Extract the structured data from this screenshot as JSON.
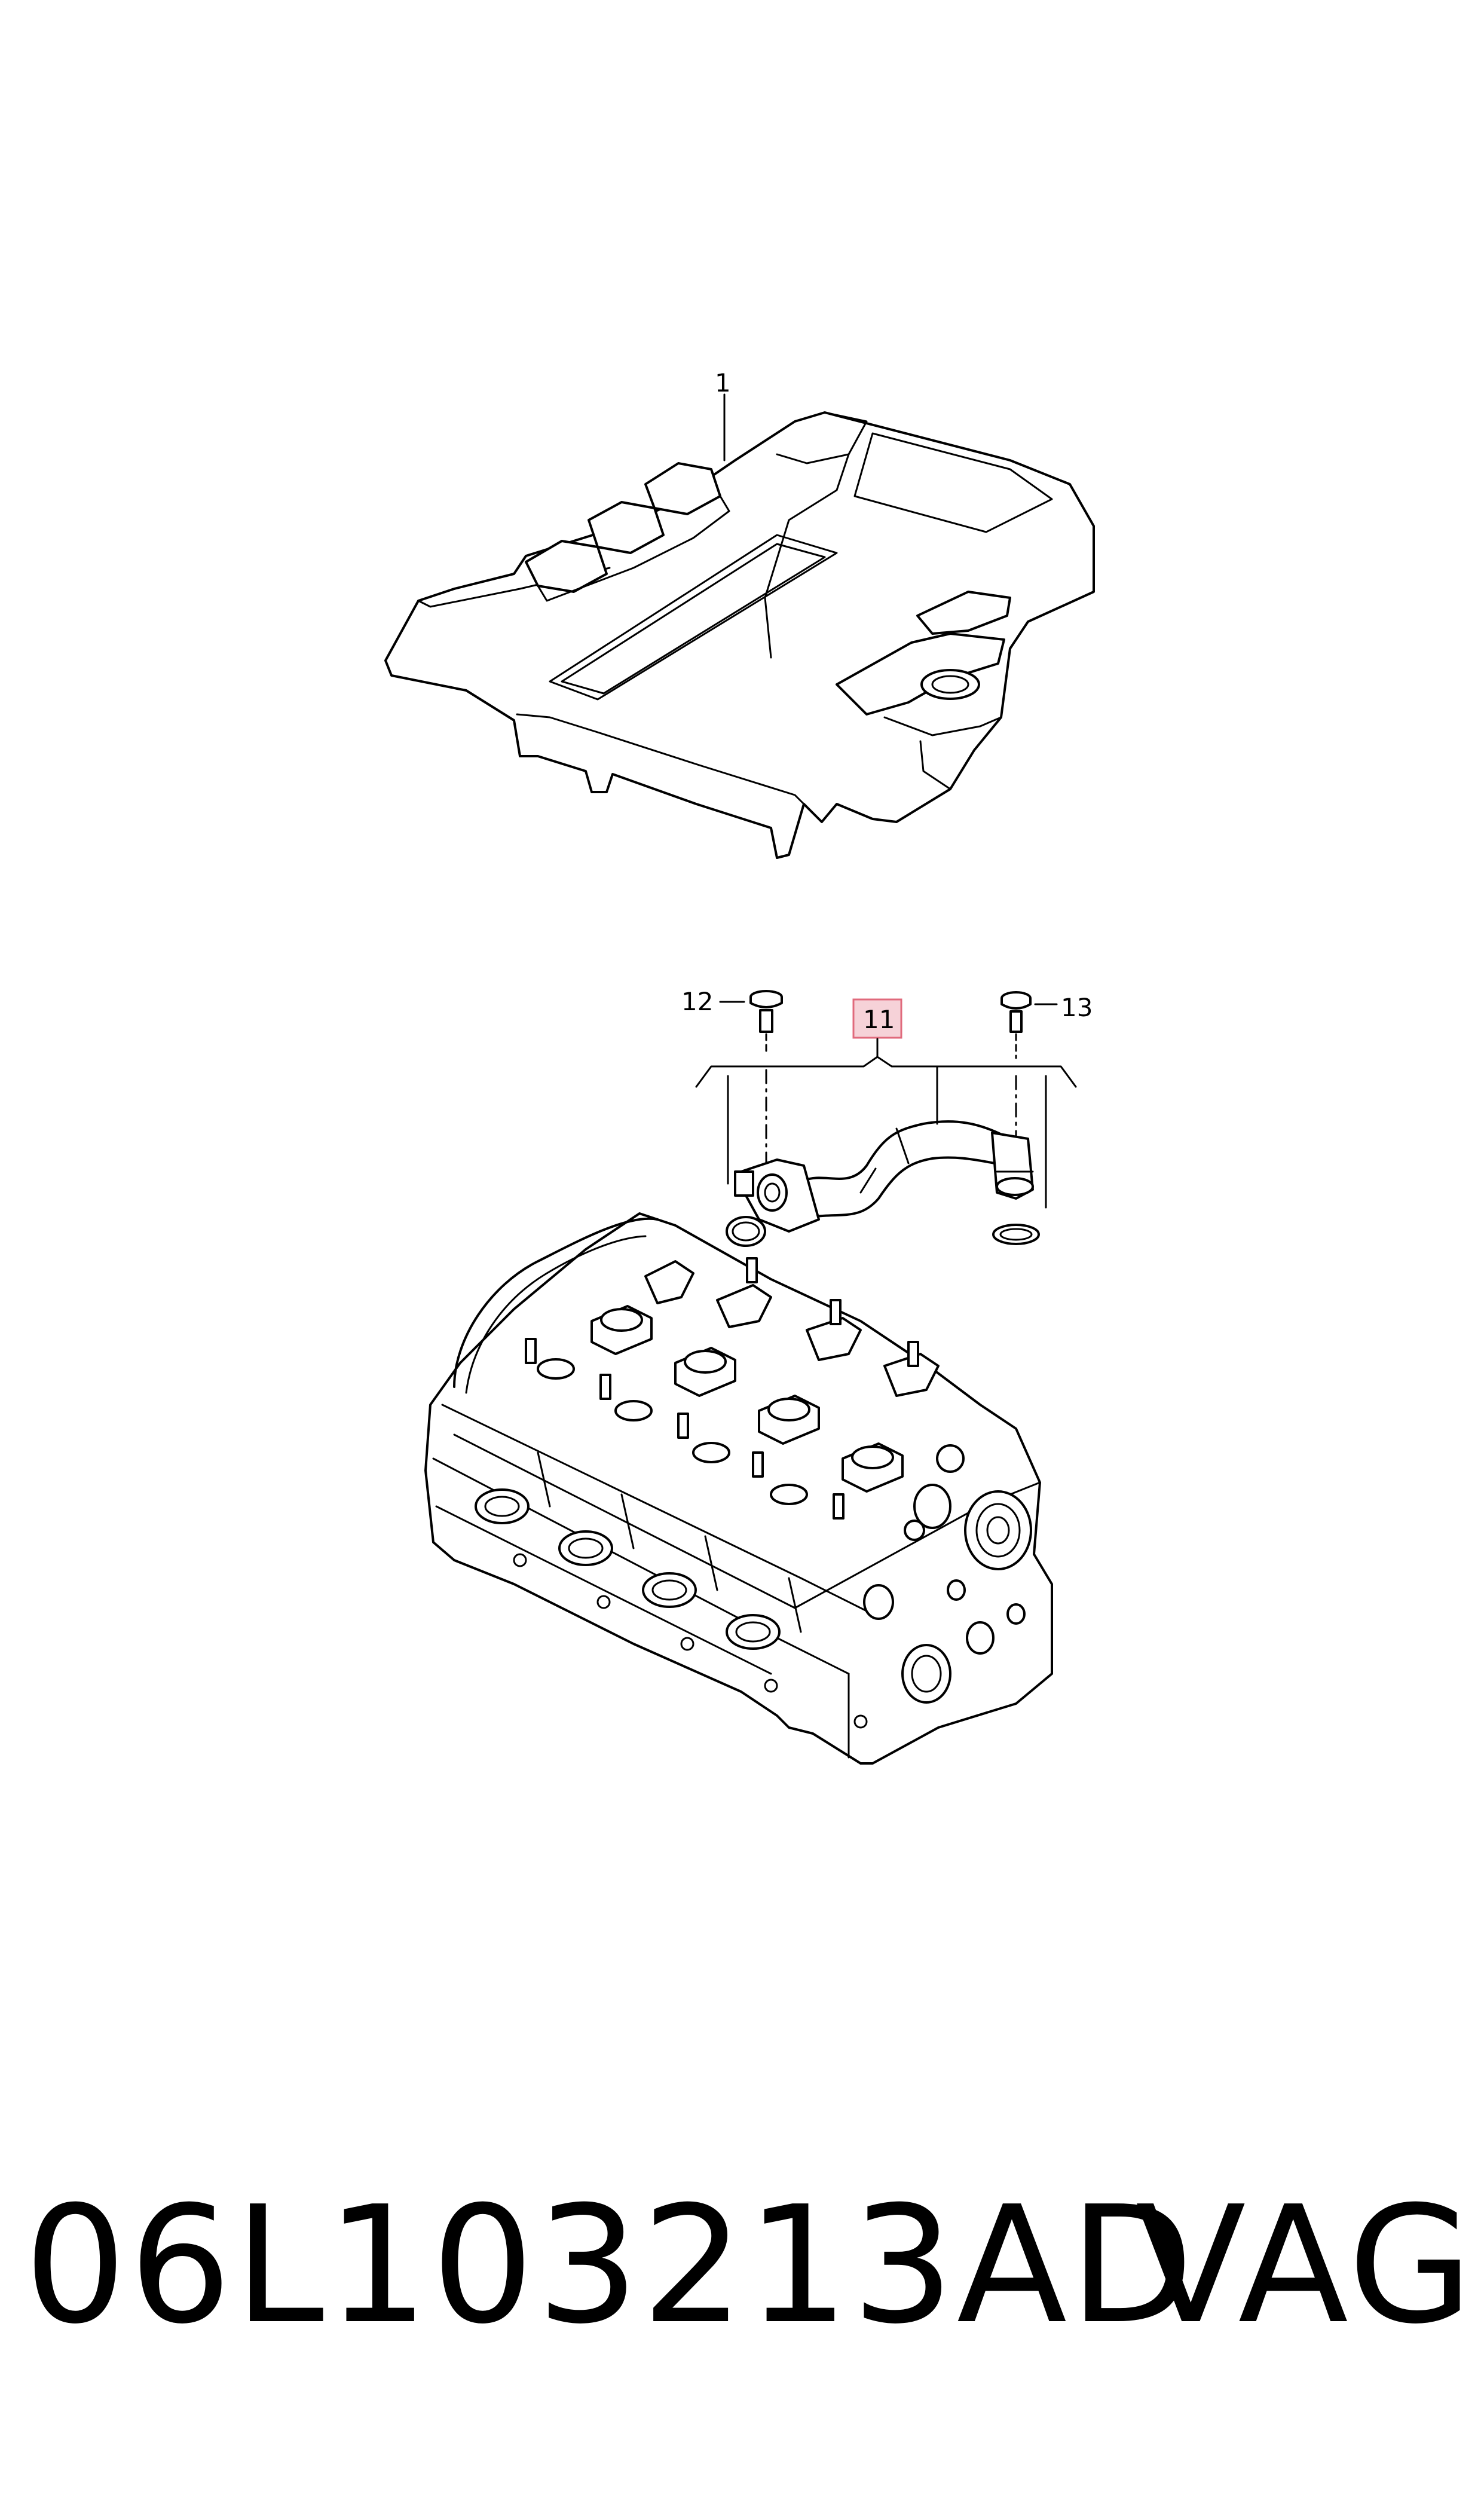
{
  "callouts": {
    "cover": "1",
    "hose": "11",
    "bolt_left": "12",
    "bolt_right": "13"
  },
  "caption": {
    "part_number": "06L103213AD",
    "brand": "VAG"
  },
  "colors": {
    "highlight_fill": "#f6d2d8",
    "highlight_stroke": "#e06a7c",
    "line": "#000000"
  }
}
